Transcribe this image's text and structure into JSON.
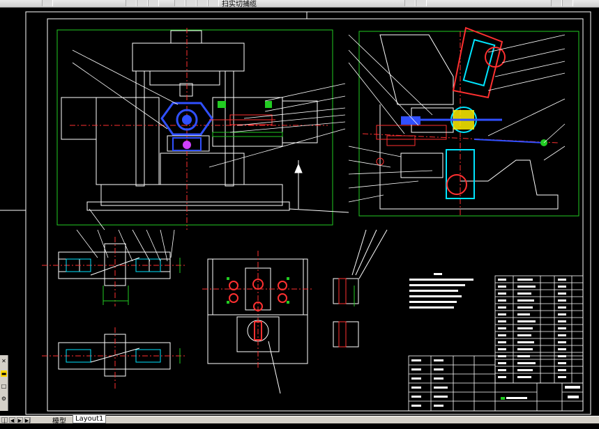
{
  "toolbar": {
    "partial_label": "扫实切捕缆"
  },
  "tabs": [
    {
      "label": "模型",
      "active": false
    },
    {
      "label": "Layout1",
      "active": true
    }
  ],
  "nav": [
    "|◀",
    "◀",
    "▶",
    "▶|"
  ],
  "left_tools": [
    "✕",
    "▬",
    "□",
    "⚙"
  ],
  "colors": {
    "background": "#000000",
    "line": "#ffffff",
    "center": "#ff3030",
    "green": "#22dd22",
    "cyan": "#00e5ff",
    "yellow": "#ffee00",
    "blue": "#3050ff",
    "magenta": "#d040ff"
  }
}
